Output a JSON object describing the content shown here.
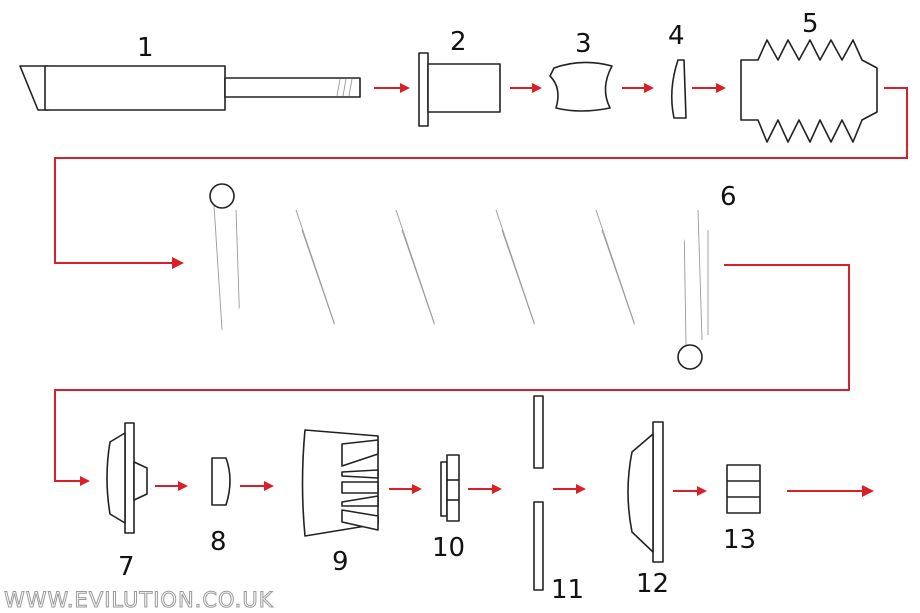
{
  "labels": {
    "p1": "1",
    "p2": "2",
    "p3": "3",
    "p4": "4",
    "p5": "5",
    "p6": "6",
    "p7": "7",
    "p8": "8",
    "p9": "9",
    "p10": "10",
    "p11": "11",
    "p12": "12",
    "p13": "13"
  },
  "watermark": "WWW.EVILUTION.CO.UK",
  "colors": {
    "arrow": "#d8202a",
    "line": "#222222",
    "hatch": "#9a9a9a"
  }
}
